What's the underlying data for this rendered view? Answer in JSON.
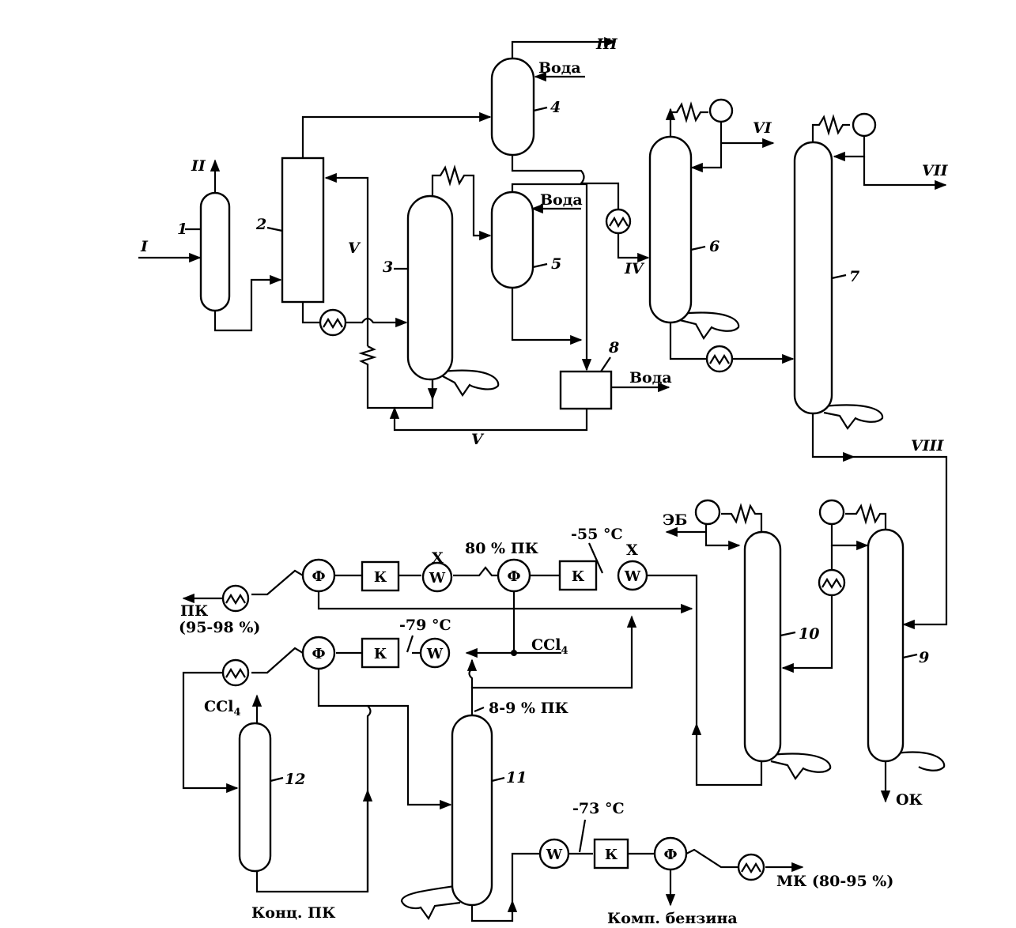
{
  "streams": {
    "I": "I",
    "II": "II",
    "III": "III",
    "IV": "IV",
    "V_a": "V",
    "V_b": "V",
    "VI": "VI",
    "VII": "VII",
    "VIII": "VIII"
  },
  "equipment_numbers": {
    "n1": "1",
    "n2": "2",
    "n3": "3",
    "n4": "4",
    "n5": "5",
    "n6": "6",
    "n7": "7",
    "n8": "8",
    "n9": "9",
    "n10": "10",
    "n11": "11",
    "n12": "12"
  },
  "labels": {
    "water_4": "Вода",
    "water_5": "Вода",
    "water_8": "Вода",
    "eb": "ЭБ",
    "ok": "ОК",
    "pk_product_1": "ПК",
    "pk_product_2": "(95-98 %)",
    "ccl4_in": "CCl",
    "ccl4_in_sub": "4",
    "ccl4_out": "CCl",
    "ccl4_out_sub": "4",
    "pk_80": "80 % ПК",
    "pk_8_9": "8-9 % ПК",
    "t_55": "-55 °C",
    "t_79": "-79 °C",
    "t_73": "-73 °C",
    "x1": "X",
    "x2": "X",
    "conc_pk": "Конц. ПК",
    "gasoline": "Комп. бензина",
    "mk": "МК (80-95 %)"
  },
  "symbols": {
    "filter": "Ф",
    "compressor": "К",
    "cooler": "W"
  },
  "colors": {
    "line": "#000000",
    "background": "#ffffff"
  }
}
